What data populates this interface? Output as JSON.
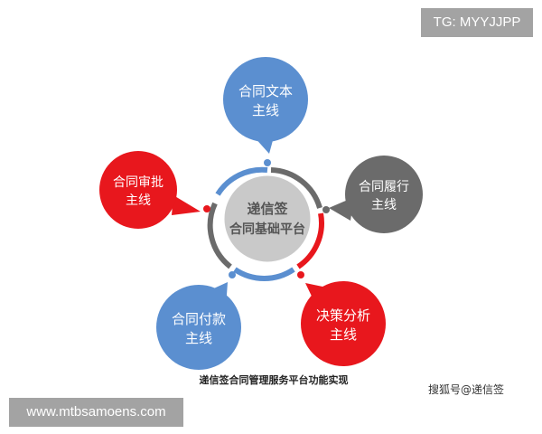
{
  "watermark_tag": "TG: MYYJJPP",
  "center": {
    "line1": "递信签",
    "line2": "合同基础平台"
  },
  "nodes": [
    {
      "id": "text",
      "line1": "合同文本",
      "line2": "主线",
      "color": "#5b8fd0"
    },
    {
      "id": "perform",
      "line1": "合同履行",
      "line2": "主线",
      "color": "#6b6b6b"
    },
    {
      "id": "analysis",
      "line1": "决策分析",
      "line2": "主线",
      "color": "#e8171d"
    },
    {
      "id": "payment",
      "line1": "合同付款",
      "line2": "主线",
      "color": "#5b8fd0"
    },
    {
      "id": "approval",
      "line1": "合同审批",
      "line2": "主线",
      "color": "#e8171d"
    }
  ],
  "caption": "递信签合同管理服务平台功能实现",
  "source_label": "搜狐号@递信签",
  "url_banner": "www.mtbsamoens.com",
  "colors": {
    "blue": "#5b8fd0",
    "gray": "#6b6b6b",
    "red": "#e8171d",
    "center_fill": "#c9c9c9"
  }
}
